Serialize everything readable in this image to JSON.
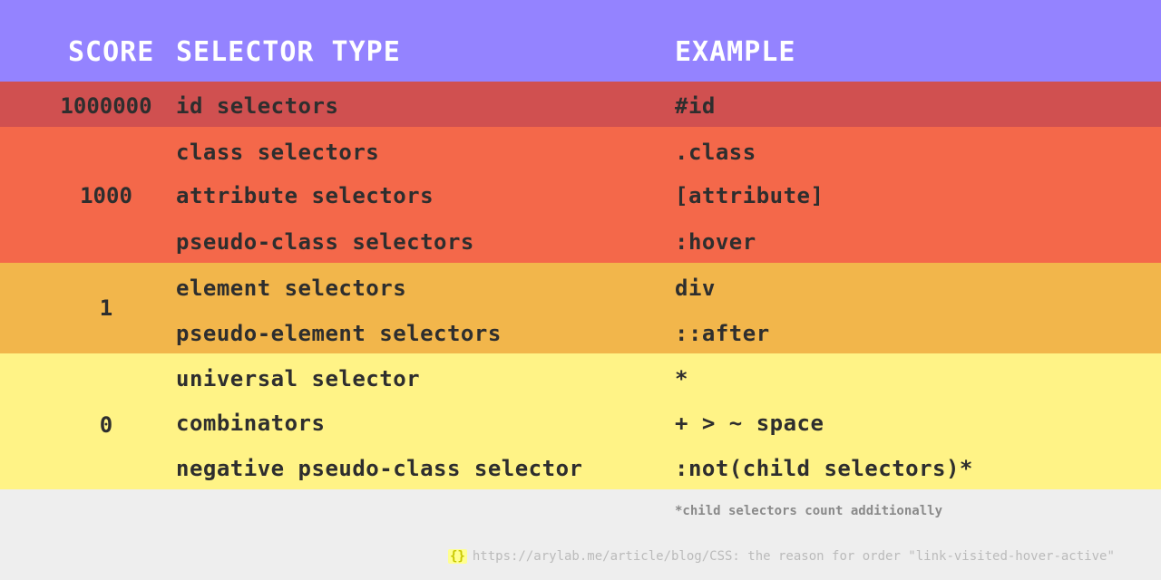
{
  "header": {
    "score": "SCORE",
    "selector_type": "SELECTOR TYPE",
    "example": "EXAMPLE"
  },
  "groups": [
    {
      "score": "1000000",
      "color": "#d05050",
      "rows": [
        {
          "type": "id selectors",
          "example": "#id"
        }
      ]
    },
    {
      "score": "1000",
      "color": "#f4684a",
      "rows": [
        {
          "type": "class selectors",
          "example": ".class"
        },
        {
          "type": "attribute selectors",
          "example": "[attribute]"
        },
        {
          "type": "pseudo-class selectors",
          "example": ":hover"
        }
      ]
    },
    {
      "score": "1",
      "color": "#f2b64b",
      "rows": [
        {
          "type": "element selectors",
          "example": "div"
        },
        {
          "type": "pseudo-element selectors",
          "example": "::after"
        }
      ]
    },
    {
      "score": "0",
      "color": "#fff386",
      "rows": [
        {
          "type": "universal selector",
          "example": "*"
        },
        {
          "type": "combinators",
          "example": "+ > ~ space"
        },
        {
          "type": "negative pseudo-class selector",
          "example": ":not(child selectors)*"
        }
      ]
    }
  ],
  "footnote": "*child selectors count additionally",
  "source": {
    "logo_icon": "{}",
    "text": "https://arylab.me/article/blog/CSS: the reason for order \"link-visited-hover-active\""
  }
}
